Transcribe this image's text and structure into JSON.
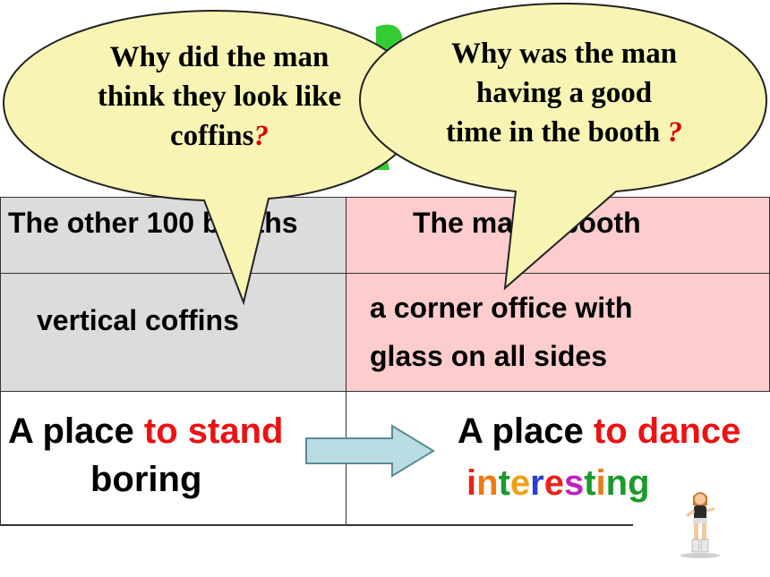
{
  "table": {
    "header_left": "The other 100 booths",
    "header_right": "The man's booth",
    "row1_left": "vertical coffins",
    "row1_right_line1": "a corner office with",
    "row1_right_line2": "glass on all sides",
    "row2_left_prefix": "A place ",
    "row2_left_red": "to stand",
    "row2_left_word": "boring",
    "row2_right_prefix": "A place ",
    "row2_right_red": "to dance",
    "row2_right_word": "interesting"
  },
  "bubble_left": {
    "line1": "Why did the man",
    "line2": "think they look like",
    "line3": "coffins",
    "qmark": "?"
  },
  "bubble_right": {
    "line1": "Why was the man",
    "line2": "having a good",
    "line3": "time in the booth",
    "qmark": "?"
  },
  "colors": {
    "bubble_fill": "#f8f5b4",
    "header_gray": "#dcdcdc",
    "pink": "#fdcccc",
    "arrow_fill": "#b9dde3",
    "red": "#ee1111"
  },
  "rainbow_colors": [
    "#e8231c",
    "#f07a10",
    "#1a9a2a",
    "#f0a010",
    "#2a3fd0",
    "#e8231c",
    "#c020c0",
    "#1a9a2a",
    "#f07a10",
    "#1a9a2a",
    "#1a9a2a"
  ]
}
